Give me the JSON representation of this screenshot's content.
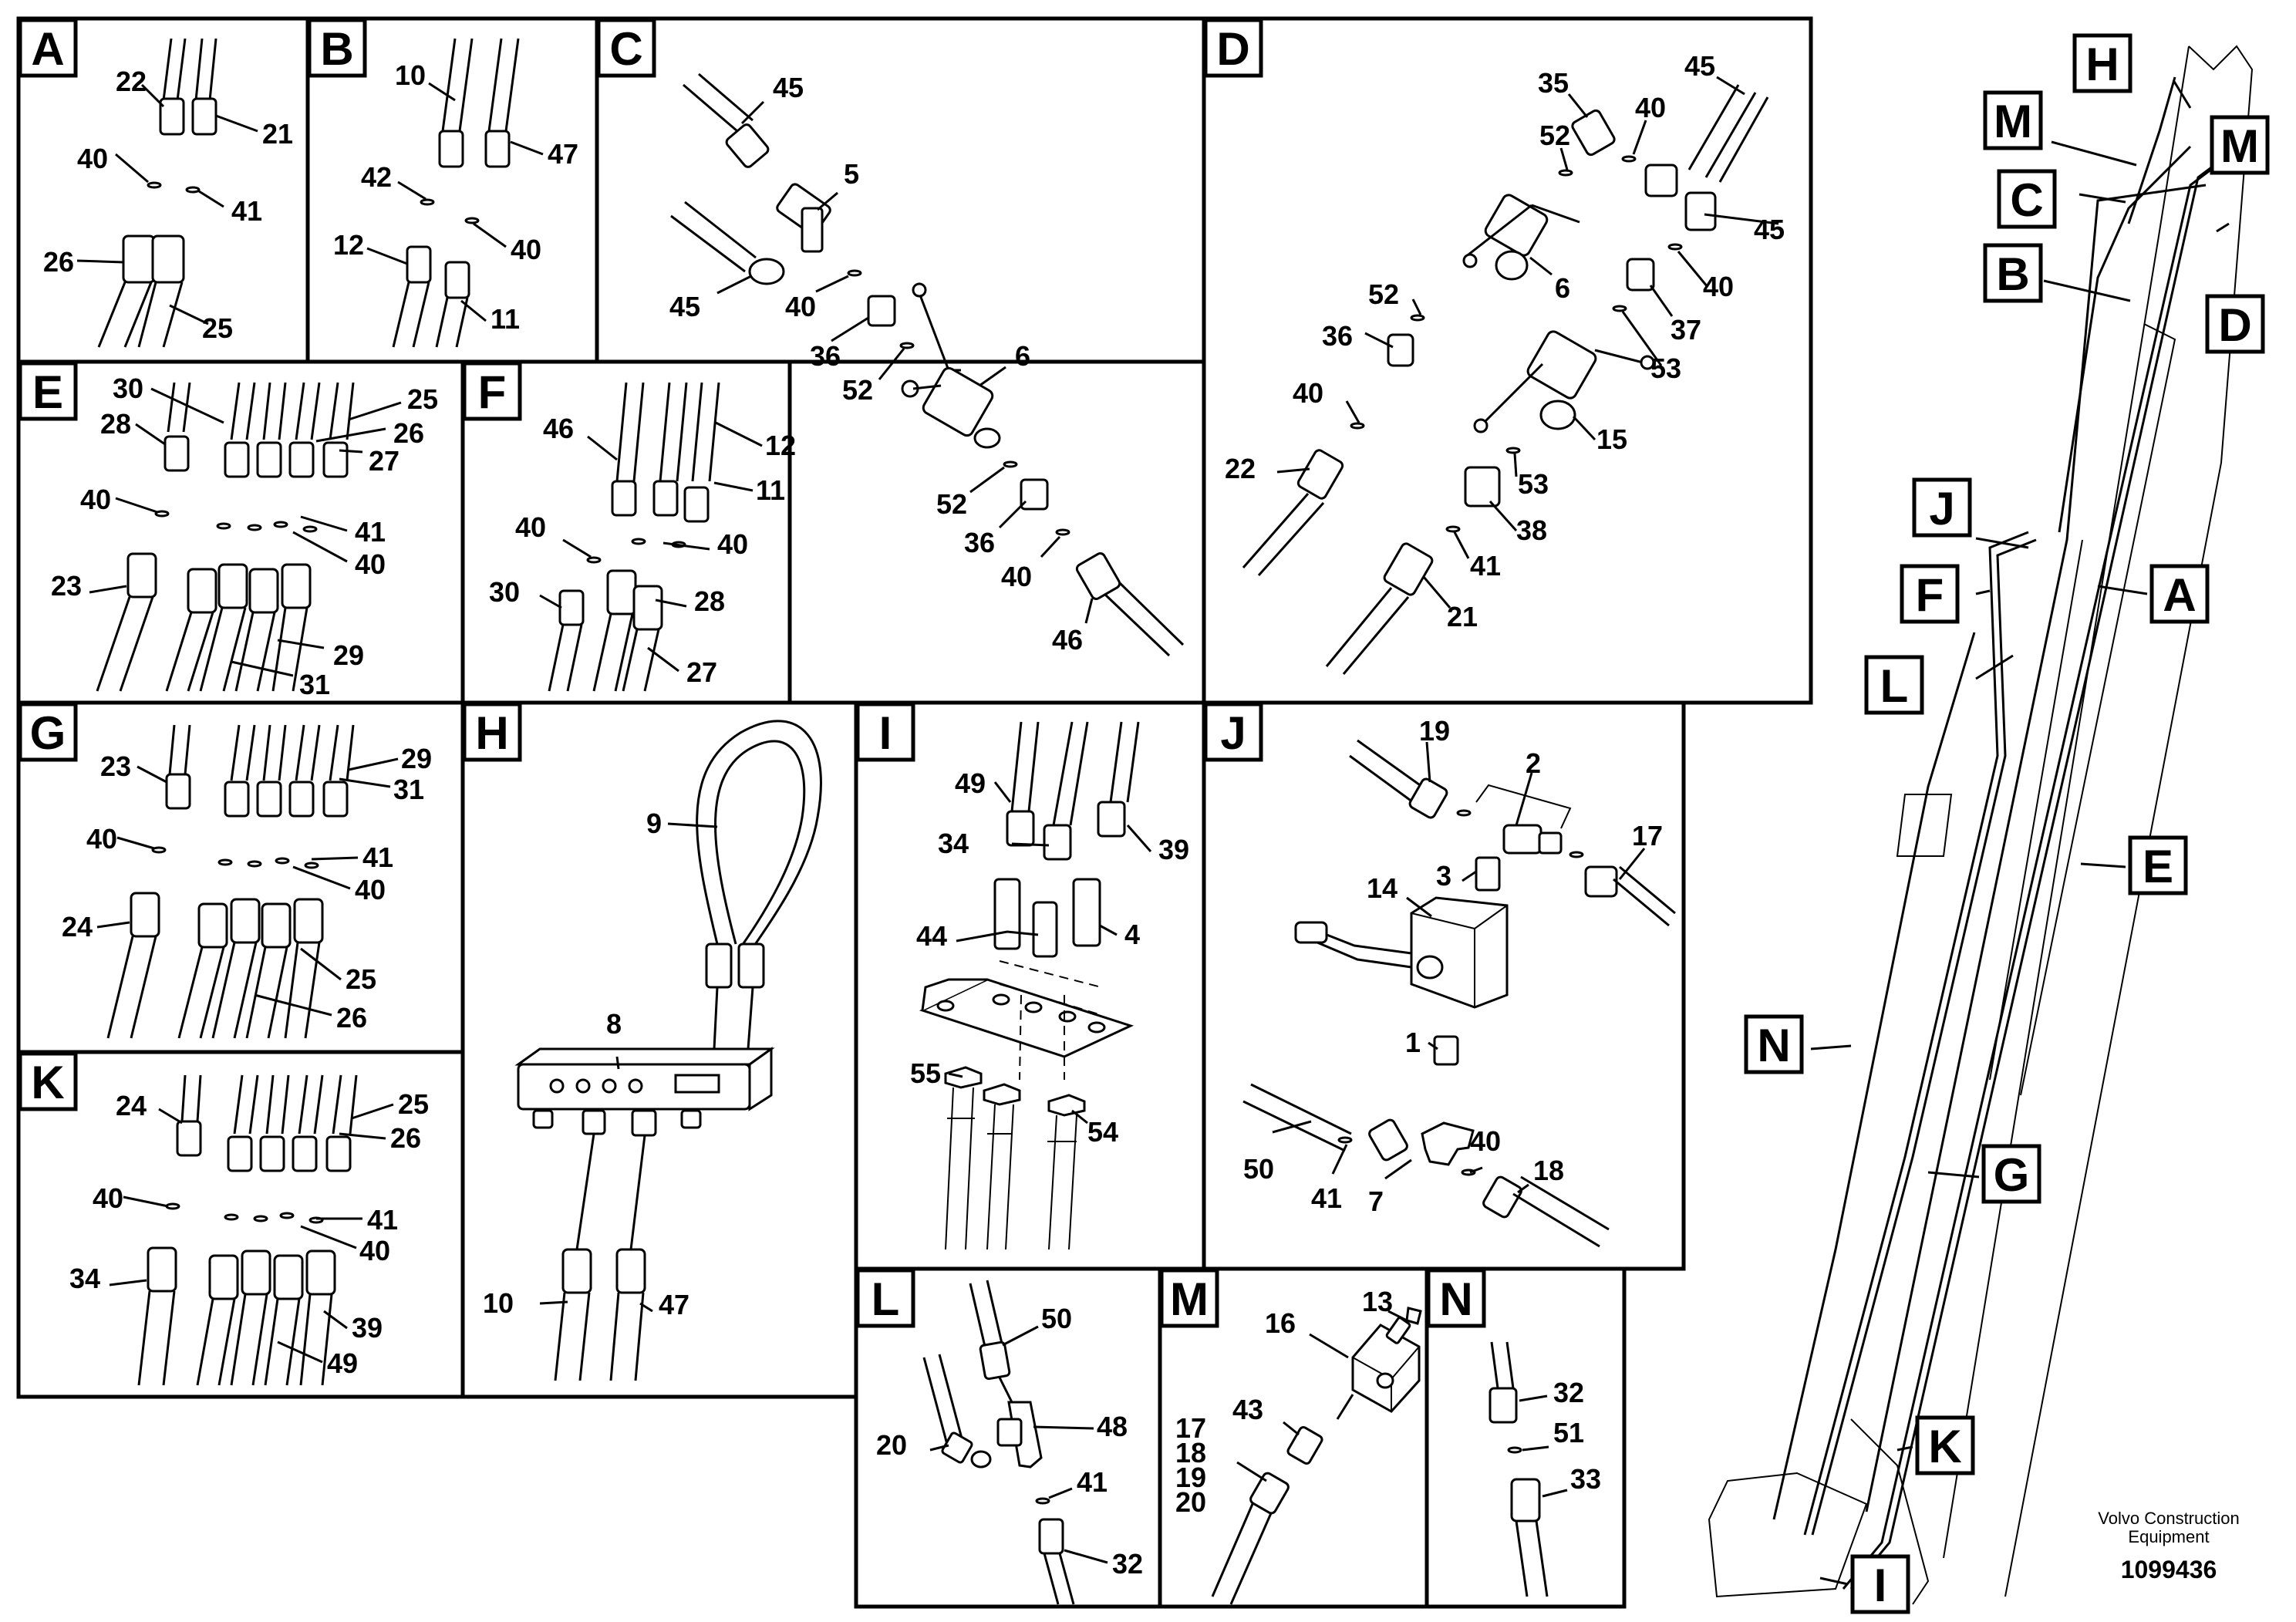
{
  "panels": [
    {
      "id": "A",
      "labels": [
        "22",
        "21",
        "40",
        "41",
        "26",
        "25"
      ]
    },
    {
      "id": "B",
      "labels": [
        "10",
        "47",
        "42",
        "40",
        "12",
        "11"
      ]
    },
    {
      "id": "C",
      "labels": [
        "45",
        "5",
        "45",
        "40",
        "36",
        "52",
        "6",
        "52",
        "36",
        "40",
        "46"
      ]
    },
    {
      "id": "D",
      "labels": [
        "35",
        "45",
        "40",
        "52",
        "45",
        "6",
        "40",
        "52",
        "37",
        "36",
        "53",
        "40",
        "15",
        "22",
        "53",
        "38",
        "41",
        "21"
      ]
    },
    {
      "id": "E",
      "labels": [
        "30",
        "25",
        "28",
        "26",
        "27",
        "40",
        "41",
        "40",
        "23",
        "29",
        "31"
      ]
    },
    {
      "id": "F",
      "labels": [
        "46",
        "12",
        "11",
        "40",
        "40",
        "30",
        "28",
        "27"
      ]
    },
    {
      "id": "G",
      "labels": [
        "23",
        "29",
        "31",
        "40",
        "41",
        "40",
        "24",
        "25",
        "26"
      ]
    },
    {
      "id": "H",
      "labels": [
        "9",
        "8",
        "10",
        "47"
      ]
    },
    {
      "id": "I",
      "labels": [
        "49",
        "34",
        "39",
        "44",
        "4",
        "55",
        "54"
      ]
    },
    {
      "id": "J",
      "labels": [
        "19",
        "2",
        "17",
        "14",
        "3",
        "1",
        "40",
        "50",
        "41",
        "7",
        "18"
      ]
    },
    {
      "id": "K",
      "labels": [
        "24",
        "25",
        "26",
        "40",
        "41",
        "40",
        "34",
        "39",
        "49"
      ]
    },
    {
      "id": "L",
      "labels": [
        "50",
        "48",
        "20",
        "41",
        "32"
      ]
    },
    {
      "id": "M",
      "labels": [
        "13",
        "16",
        "43",
        "17",
        "18",
        "19",
        "20"
      ]
    },
    {
      "id": "N",
      "labels": [
        "32",
        "51",
        "33"
      ]
    }
  ],
  "overview_tags": [
    "H",
    "M",
    "M",
    "C",
    "B",
    "D",
    "J",
    "F",
    "A",
    "L",
    "E",
    "N",
    "G",
    "K",
    "I"
  ],
  "footer": {
    "line1": "Volvo Construction",
    "line2": "Equipment",
    "doc_number": "1099436"
  }
}
